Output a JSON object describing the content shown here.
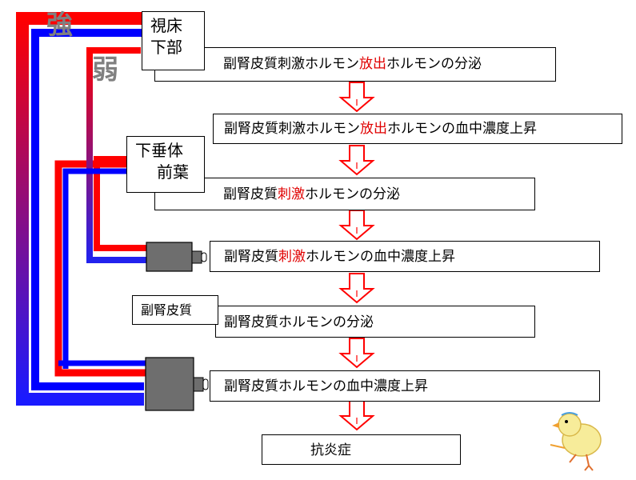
{
  "labels": {
    "strong": "強",
    "weak": "弱"
  },
  "organs": {
    "hypothalamus_line1": "視床",
    "hypothalamus_line2": "下部",
    "pituitary_line1": "下垂体",
    "pituitary_line2": "前葉",
    "adrenal_cortex": "副腎皮質"
  },
  "steps": {
    "s1": {
      "a": "副腎皮質刺激ホルモン",
      "b": "放出",
      "c": "ホルモンの分泌"
    },
    "s2": {
      "a": "副腎皮質刺激ホルモン",
      "b": "放出",
      "c": "ホルモンの血中濃度上昇"
    },
    "s3": {
      "a": "副腎皮質",
      "b": "刺激",
      "c": "ホルモンの分泌"
    },
    "s4": {
      "a": "副腎皮質",
      "b": "刺激",
      "c": "ホルモンの血中濃度上昇"
    },
    "s5": "副腎皮質ホルモンの分泌",
    "s6": "副腎皮質ホルモンの血中濃度上昇",
    "s7": "抗炎症"
  },
  "colors": {
    "strong": "#ff0000",
    "weak": "#0000ff",
    "accent_text": "#e00000",
    "arrow_fill": "#ffffff",
    "arrow_stroke": "#ff0000",
    "receptor": "#6e6e6e"
  }
}
